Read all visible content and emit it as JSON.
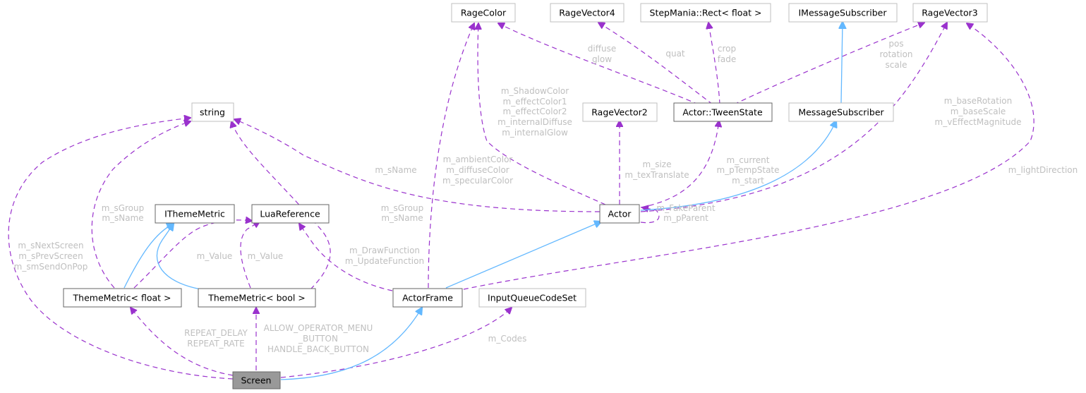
{
  "diagram": {
    "title": "Screen collaboration graph",
    "colors": {
      "dependency_edge": "#9a32cd",
      "inheritance_edge": "#63b8ff",
      "root_node_fill": "#999999",
      "label_text": "#bfbfbf"
    },
    "nodes": {
      "ragecolor": "RageColor",
      "ragevector4": "RageVector4",
      "steprect": "StepMania::Rect< float >",
      "imessagesubscriber": "IMessageSubscriber",
      "ragevector3": "RageVector3",
      "string": "string",
      "ragevector2": "RageVector2",
      "tweenstate": "Actor::TweenState",
      "messagesubscriber": "MessageSubscriber",
      "ithememetric": "IThemeMetric",
      "luareference": "LuaReference",
      "actor": "Actor",
      "thememetric_float": "ThemeMetric< float >",
      "thememetric_bool": "ThemeMetric< bool >",
      "actorframe": "ActorFrame",
      "inputqueuecodeset": "InputQueueCodeSet",
      "screen": "Screen"
    },
    "edge_labels": {
      "tween_ragecolor": [
        "diffuse",
        "glow"
      ],
      "tween_ragevector4": [
        "quat"
      ],
      "tween_rect": [
        "crop",
        "fade"
      ],
      "tween_ragevector3": [
        "pos",
        "rotation",
        "scale"
      ],
      "actor_ragecolor": [
        "m_ShadowColor",
        "m_effectColor1",
        "m_effectColor2",
        "m_internalDiffuse",
        "m_internalGlow"
      ],
      "actorframe_ragecolor": [
        "m_ambientColor",
        "m_diffuseColor",
        "m_specularColor"
      ],
      "actor_ragevector2": [
        "m_size",
        "m_texTranslate"
      ],
      "actor_tweenstate": [
        "m_current",
        "m_pTempState",
        "m_start"
      ],
      "actor_ragevector3": [
        "m_baseRotation",
        "m_baseScale",
        "m_vEffectMagnitude"
      ],
      "actorframe_ragevector3": [
        "m_lightDirection"
      ],
      "actor_string": [
        "m_sName"
      ],
      "actor_self": [
        "m_FakeParent",
        "m_pParent"
      ],
      "tmfloat_string": [
        "m_sGroup",
        "m_sName"
      ],
      "tmbool_string": [
        "m_sGroup",
        "m_sName"
      ],
      "screen_string": [
        "m_sNextScreen",
        "m_sPrevScreen",
        "m_smSendOnPop"
      ],
      "tmfloat_lua": [
        "m_Value"
      ],
      "tmbool_lua": [
        "m_Value"
      ],
      "actorframe_lua": [
        "m_DrawFunction",
        "m_UpdateFunction"
      ],
      "screen_tmfloat": [
        "REPEAT_DELAY",
        "REPEAT_RATE"
      ],
      "screen_tmbool": [
        "ALLOW_OPERATOR_MENU",
        "_BUTTON",
        "HANDLE_BACK_BUTTON"
      ],
      "screen_inputqueue": [
        "m_Codes"
      ]
    }
  }
}
